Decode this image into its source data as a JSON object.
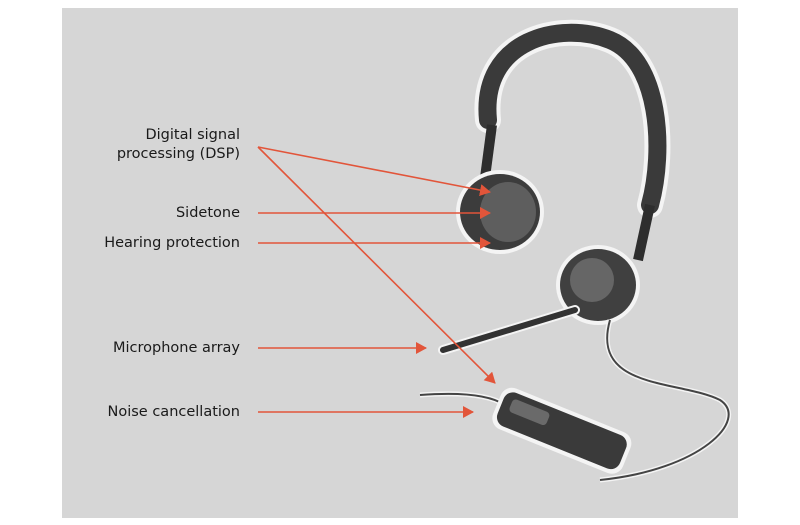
{
  "labels": {
    "dsp": "Digital signal processing (DSP)",
    "dsp_line1": "Digital signal",
    "dsp_line2": "processing (DSP)",
    "sidetone": "Sidetone",
    "hearing_protection": "Hearing protection",
    "microphone_array": "Microphone array",
    "noise_cancellation": "Noise cancellation"
  },
  "colors": {
    "background": "#d6d6d6",
    "arrow": "#e2553a",
    "headset": "#3a3a3a"
  }
}
